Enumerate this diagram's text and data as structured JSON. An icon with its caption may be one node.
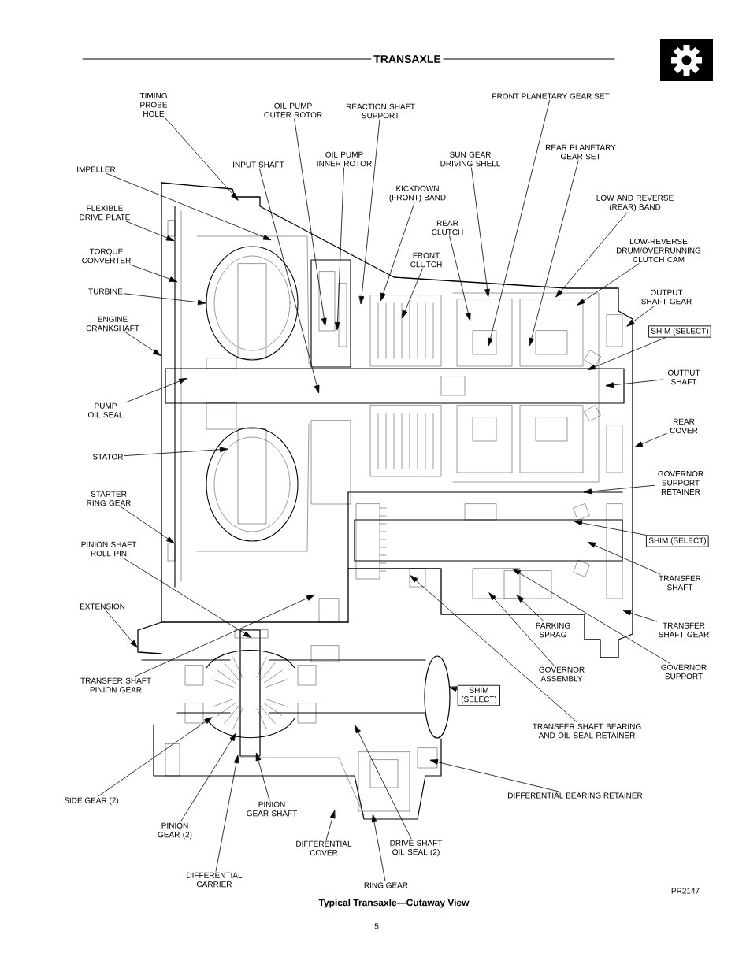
{
  "diagram": {
    "title": "TRANSAXLE",
    "caption": "Typical Transaxle—Cutaway View",
    "nodes": [
      {
        "text": [
          "TIMING PROBE HOLE"
        ]
      },
      {
        "text": [
          "OIL PUMP OUTER ROTOR"
        ]
      },
      {
        "text": [
          "REACTION SHAFT SUPPORT"
        ]
      },
      {
        "text": [
          "FRONT PLANETARY GEAR SET"
        ]
      },
      {
        "text": [
          "OIL PUMP INNER ROTOR"
        ]
      },
      {
        "text": [
          "INPUT SHAFT"
        ]
      },
      {
        "text": [
          "SUN GEAR DRIVING SHELL"
        ]
      },
      {
        "text": [
          "REAR PLANETARY GEAR SET"
        ]
      },
      {
        "text": [
          "IMPELLER"
        ]
      },
      {
        "text": [
          "KICKDOWN (FRONT) BAND"
        ]
      },
      {
        "text": [
          "LOW AND REVERSE (REAR) BAND"
        ]
      },
      {
        "text": [
          "REAR CLUTCH"
        ]
      },
      {
        "text": [
          "FLEXIBLE DRIVE PLATE"
        ]
      },
      {
        "text": [
          "FRONT CLUTCH"
        ]
      },
      {
        "text": [
          "LOW-REVERSE DRUM/OVERRUNNING CLUTCH CAM"
        ]
      },
      {
        "text": [
          "TORQUE CONVERTER"
        ]
      },
      {
        "text": [
          "TURBINE"
        ]
      },
      {
        "text": [
          "OUTPUT SHAFT GEAR"
        ]
      },
      {
        "text": [
          "ENGINE CRANKSHAFT"
        ]
      },
      {
        "text": [
          "SHIM (SELECT)"
        ]
      },
      {
        "text": [
          "OUTPUT SHAFT"
        ]
      },
      {
        "text": [
          "PUMP OIL SEAL"
        ]
      },
      {
        "text": [
          "REAR COVER"
        ]
      },
      {
        "text": [
          "STATOR"
        ]
      },
      {
        "text": [
          "STARTER RING GEAR"
        ]
      },
      {
        "text": [
          "GOVERNOR SUPPORT RETAINER"
        ]
      },
      {
        "text": [
          "SHIM (SELECT)"
        ]
      },
      {
        "text": [
          "PINION SHAFT ROLL PIN"
        ]
      },
      {
        "text": [
          "TRANSFER SHAFT"
        ]
      },
      {
        "text": [
          "EXTENSION"
        ]
      },
      {
        "text": [
          "PARKING SPRAG"
        ]
      },
      {
        "text": [
          "TRANSFER SHAFT GEAR"
        ]
      },
      {
        "text": [
          "GOVERNOR ASSEMBLY"
        ]
      },
      {
        "text": [
          "GOVERNOR SUPPORT"
        ]
      },
      {
        "text": [
          "TRANSFER SHAFT PINION GEAR"
        ]
      },
      {
        "text": [
          "SHIM (SELECT)"
        ]
      },
      {
        "text": [
          "TRANSFER SHAFT BEARING AND OIL SEAL RETAINER"
        ]
      },
      {
        "text": [
          "DIFFERENTIAL BEARING RETAINER"
        ]
      },
      {
        "text": [
          "SIDE GEAR (2)"
        ]
      },
      {
        "text": [
          "PINION GEAR (2)"
        ]
      },
      {
        "text": [
          "PINION GEAR SHAFT"
        ]
      },
      {
        "text": [
          "DIFFERENTIAL COVER"
        ]
      },
      {
        "text": [
          "DRIVE SHAFT OIL SEAL (2)"
        ]
      },
      {
        "text": [
          "DIFFERENTIAL CARRIER"
        ]
      },
      {
        "text": [
          "RING GEAR"
        ]
      }
    ],
    "edges": [
      {
        "from": 0,
        "to": null,
        "arrow": "to"
      },
      {
        "from": 1,
        "to": null,
        "arrow": "to"
      },
      {
        "from": 2,
        "to": null,
        "arrow": "to"
      },
      {
        "from": 3,
        "to": null,
        "arrow": "to"
      },
      {
        "from": 4,
        "to": null,
        "arrow": "to"
      },
      {
        "from": 5,
        "to": null,
        "arrow": "to"
      },
      {
        "from": 6,
        "to": null,
        "arrow": "to"
      },
      {
        "from": 7,
        "to": null,
        "arrow": "to"
      },
      {
        "from": 8,
        "to": null,
        "arrow": "to"
      },
      {
        "from": 9,
        "to": null,
        "arrow": "to"
      },
      {
        "from": 10,
        "to": null,
        "arrow": "to"
      },
      {
        "from": 11,
        "to": null,
        "arrow": "to"
      },
      {
        "from": 12,
        "to": null,
        "arrow": "to"
      },
      {
        "from": 13,
        "to": null,
        "arrow": "to"
      },
      {
        "from": 14,
        "to": null,
        "arrow": "to"
      },
      {
        "from": 15,
        "to": null,
        "arrow": "to"
      },
      {
        "from": 16,
        "to": null,
        "arrow": "to"
      },
      {
        "from": 17,
        "to": null,
        "arrow": "to"
      },
      {
        "from": 18,
        "to": null,
        "arrow": "to"
      },
      {
        "from": 19,
        "to": null,
        "arrow": "to"
      },
      {
        "from": 20,
        "to": null,
        "arrow": "to"
      },
      {
        "from": 21,
        "to": null,
        "arrow": "to"
      },
      {
        "from": 22,
        "to": null,
        "arrow": "to"
      },
      {
        "from": 23,
        "to": null,
        "arrow": "to"
      },
      {
        "from": 24,
        "to": null,
        "arrow": "to"
      },
      {
        "from": 25,
        "to": null,
        "arrow": "to"
      },
      {
        "from": 26,
        "to": null,
        "arrow": "to"
      },
      {
        "from": 27,
        "to": null,
        "arrow": "to"
      },
      {
        "from": 28,
        "to": null,
        "arrow": "to"
      },
      {
        "from": 29,
        "to": null,
        "arrow": "to"
      },
      {
        "from": 30,
        "to": null,
        "arrow": "to"
      },
      {
        "from": 31,
        "to": null,
        "arrow": "to"
      },
      {
        "from": 32,
        "to": null,
        "arrow": "to"
      },
      {
        "from": 33,
        "to": null,
        "arrow": "to"
      },
      {
        "from": 34,
        "to": null,
        "arrow": "to"
      },
      {
        "from": 35,
        "to": null,
        "arrow": "to"
      },
      {
        "from": 36,
        "to": null,
        "arrow": "to"
      },
      {
        "from": 37,
        "to": null,
        "arrow": "to"
      },
      {
        "from": 38,
        "to": null,
        "arrow": "to"
      },
      {
        "from": 39,
        "to": null,
        "arrow": "to"
      },
      {
        "from": 40,
        "to": null,
        "arrow": "to"
      },
      {
        "from": 41,
        "to": null,
        "arrow": "to"
      },
      {
        "from": 42,
        "to": null,
        "arrow": "to"
      },
      {
        "from": 43,
        "to": null,
        "arrow": "to"
      },
      {
        "from": 44,
        "to": null,
        "arrow": "to"
      }
    ],
    "labels": [
      "PR2147",
      "5"
    ]
  }
}
